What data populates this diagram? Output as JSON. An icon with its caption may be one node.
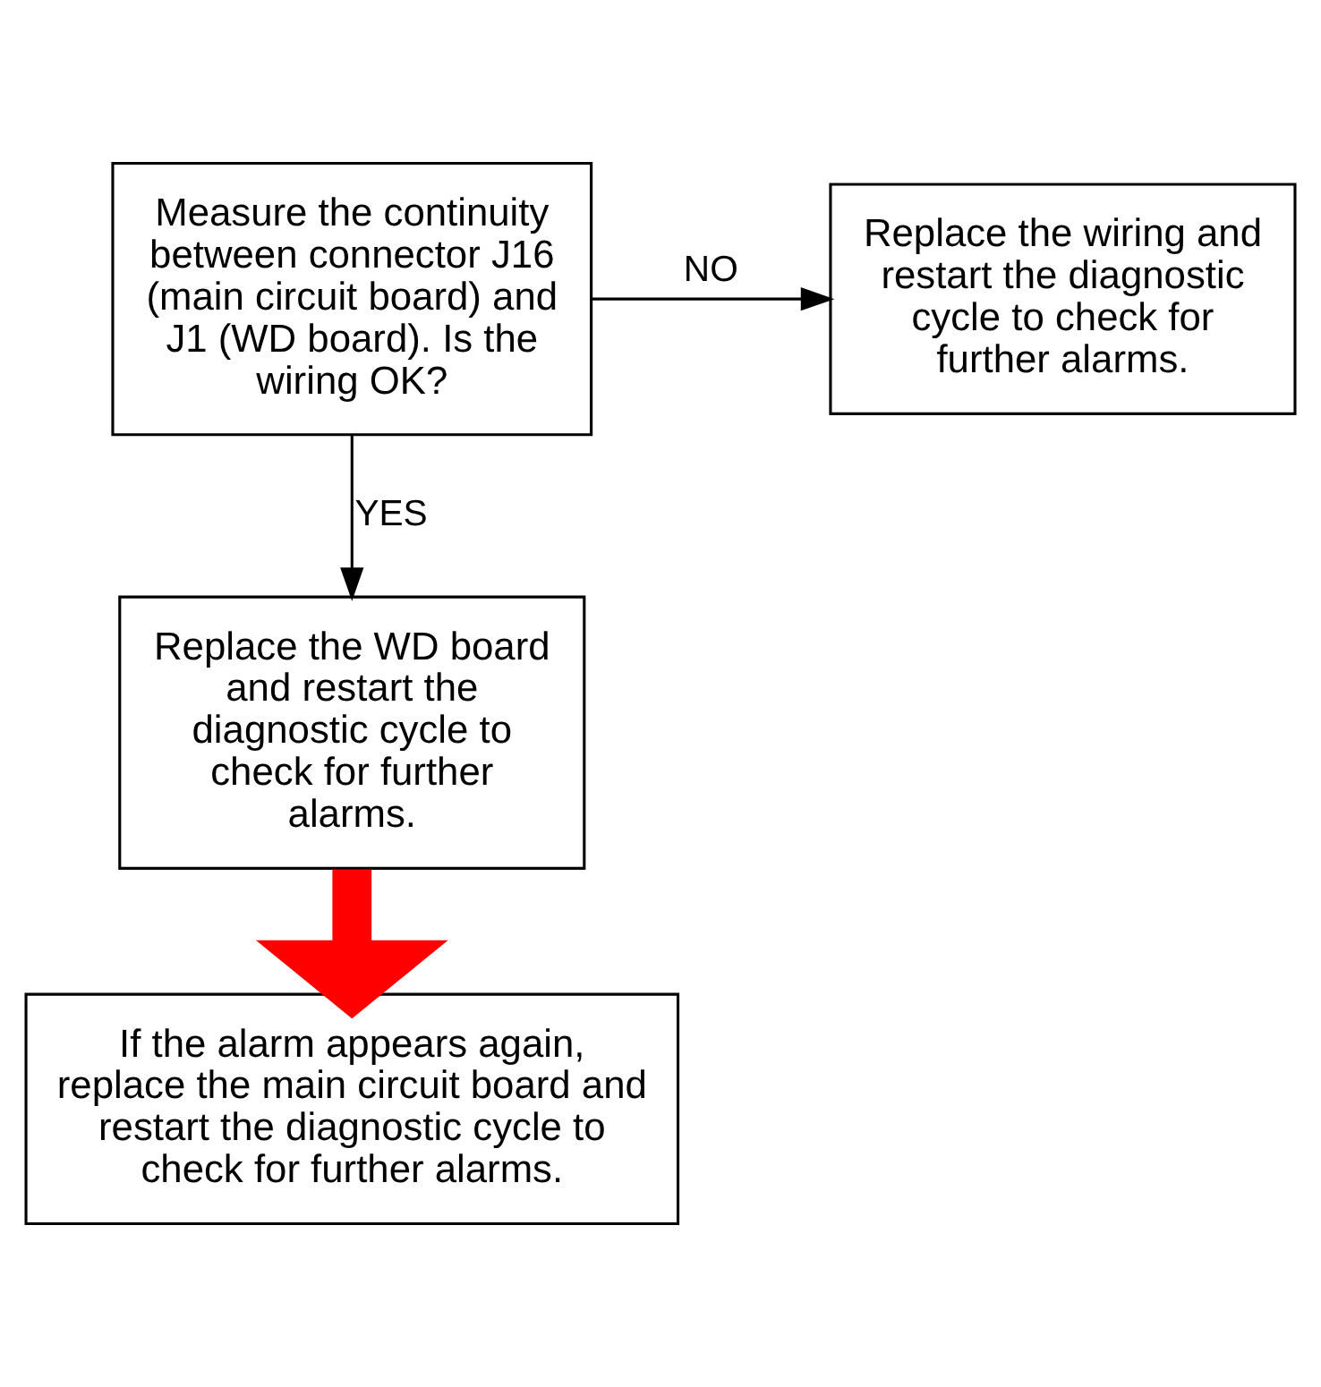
{
  "diagram": {
    "nodes": [
      {
        "text": [
          "Measure the continuity between connector J16 (main circuit board) and J1 (WD board). Is the wiring OK?"
        ]
      },
      {
        "text": [
          "Replace the wiring and restart the diagnostic cycle to check for further alarms."
        ]
      },
      {
        "text": [
          "Replace the WD board and restart the diagnostic cycle to check for further alarms."
        ]
      },
      {
        "text": [
          "If the alarm appears again, replace the main circuit board and restart the diagnostic cycle to check for further alarms."
        ]
      }
    ],
    "edges": [
      {
        "from": 0,
        "to": 1,
        "arrow": "to",
        "label": "NO"
      },
      {
        "from": 0,
        "to": 2,
        "arrow": "to",
        "label": "YES"
      },
      {
        "from": 2,
        "to": 3,
        "arrow": "to",
        "style": "thick",
        "color": "#ff0000"
      }
    ]
  }
}
